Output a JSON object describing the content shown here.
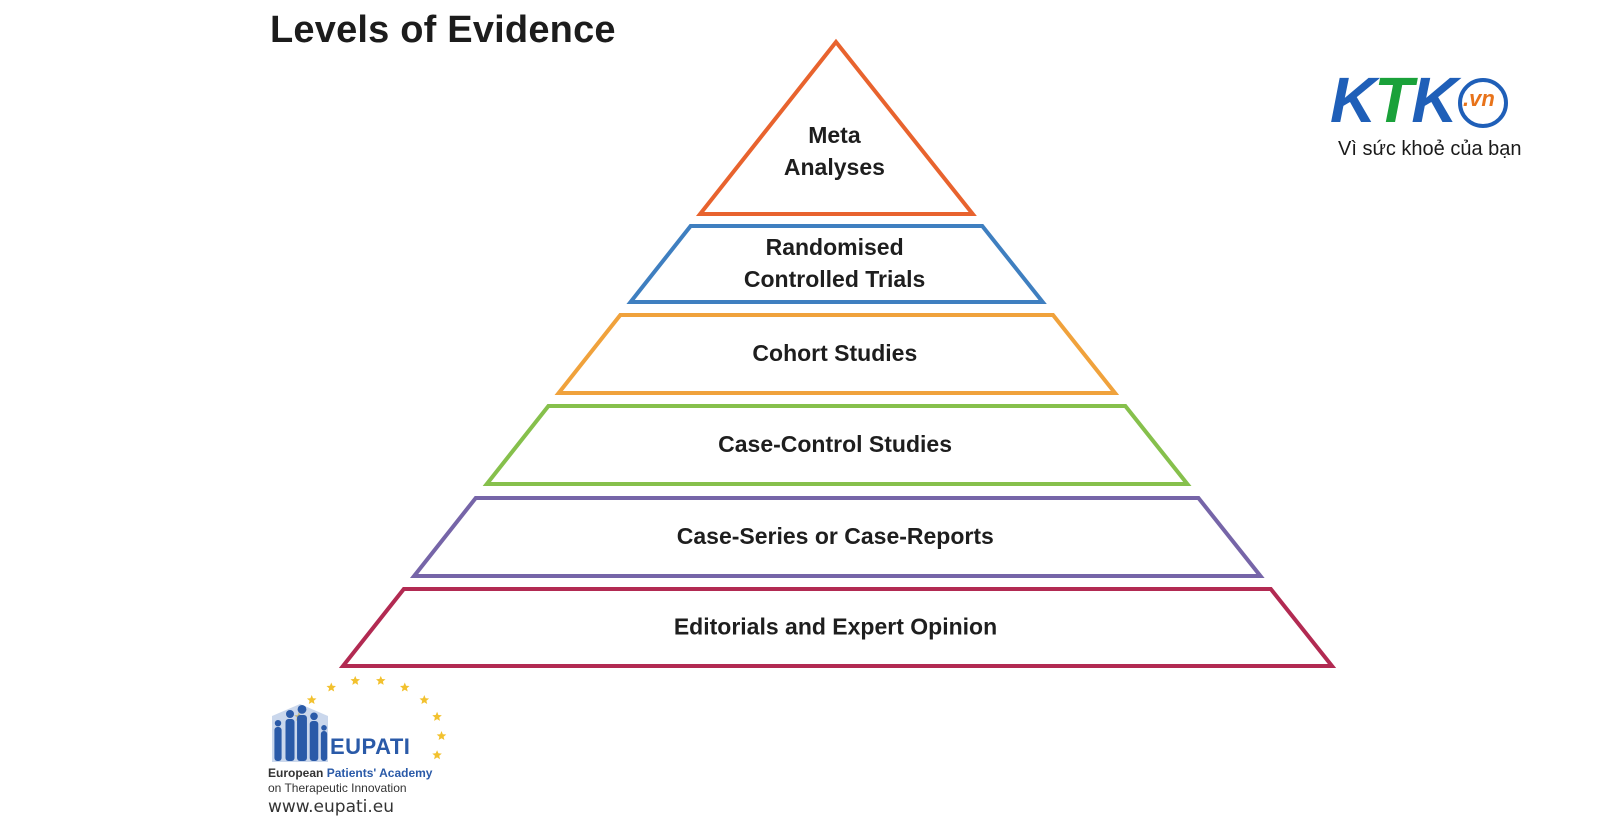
{
  "title": "Levels of Evidence",
  "diagram": {
    "type": "pyramid",
    "tiers": [
      {
        "lines": [
          "Meta",
          "Analyses"
        ],
        "color": "#e8632e"
      },
      {
        "lines": [
          "Randomised",
          "Controlled Trials"
        ],
        "color": "#3f7fc0"
      },
      {
        "lines": [
          "Cohort Studies"
        ],
        "color": "#f0a23c"
      },
      {
        "lines": [
          "Case-Control Studies"
        ],
        "color": "#86c04c"
      },
      {
        "lines": [
          "Case-Series or Case-Reports"
        ],
        "color": "#7665a8"
      },
      {
        "lines": [
          "Editorials and Expert Opinion"
        ],
        "color": "#b22a52"
      }
    ]
  },
  "ktk_logo": {
    "letter_k1": "K",
    "letter_t": "T",
    "letter_k2": "K",
    "domain": ".vn",
    "slogan": "Vì sức khoẻ của bạn",
    "colors": {
      "blue": "#1f5fb8",
      "green": "#1aa13a",
      "orange": "#e8731a"
    }
  },
  "eupati_logo": {
    "name": "EUPATI",
    "line1_prefix": "European ",
    "line1_highlight": "Patients' Academy",
    "line2": "on Therapeutic Innovation",
    "url": "www.eupati.eu",
    "colors": {
      "blue": "#2a5aa8",
      "star": "#f2c12e"
    }
  }
}
